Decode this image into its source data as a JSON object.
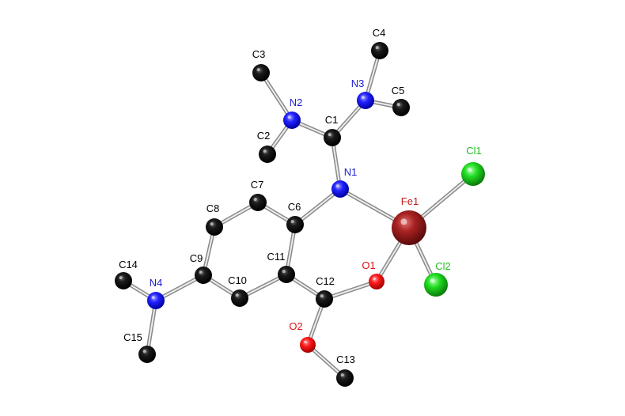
{
  "diagram": {
    "colors": {
      "carbon": "#0a0a0a",
      "nitrogen": "#1a1aff",
      "oxygen": "#ff1a1a",
      "iron": "#a82222",
      "chlorine": "#22dd22",
      "bond": "#b8b8b8",
      "label_carbon": "#000000",
      "label_nitrogen": "#2020d0",
      "label_oxygen": "#e01010",
      "label_iron": "#c02020",
      "label_chlorine": "#20c020"
    },
    "atoms": [
      {
        "id": "C1",
        "label": "C1",
        "element": "carbon"
      },
      {
        "id": "C2",
        "label": "C2",
        "element": "carbon"
      },
      {
        "id": "C3",
        "label": "C3",
        "element": "carbon"
      },
      {
        "id": "C4",
        "label": "C4",
        "element": "carbon"
      },
      {
        "id": "C5",
        "label": "C5",
        "element": "carbon"
      },
      {
        "id": "C6",
        "label": "C6",
        "element": "carbon"
      },
      {
        "id": "C7",
        "label": "C7",
        "element": "carbon"
      },
      {
        "id": "C8",
        "label": "C8",
        "element": "carbon"
      },
      {
        "id": "C9",
        "label": "C9",
        "element": "carbon"
      },
      {
        "id": "C10",
        "label": "C10",
        "element": "carbon"
      },
      {
        "id": "C11",
        "label": "C11",
        "element": "carbon"
      },
      {
        "id": "C12",
        "label": "C12",
        "element": "carbon"
      },
      {
        "id": "C13",
        "label": "C13",
        "element": "carbon"
      },
      {
        "id": "C14",
        "label": "C14",
        "element": "carbon"
      },
      {
        "id": "C15",
        "label": "C15",
        "element": "carbon"
      },
      {
        "id": "N1",
        "label": "N1",
        "element": "nitrogen"
      },
      {
        "id": "N2",
        "label": "N2",
        "element": "nitrogen"
      },
      {
        "id": "N3",
        "label": "N3",
        "element": "nitrogen"
      },
      {
        "id": "N4",
        "label": "N4",
        "element": "nitrogen"
      },
      {
        "id": "O1",
        "label": "O1",
        "element": "oxygen"
      },
      {
        "id": "O2",
        "label": "O2",
        "element": "oxygen"
      },
      {
        "id": "Fe1",
        "label": "Fe1",
        "element": "iron"
      },
      {
        "id": "Cl1",
        "label": "Cl1",
        "element": "chlorine"
      },
      {
        "id": "Cl2",
        "label": "Cl2",
        "element": "chlorine"
      }
    ],
    "bonds": [
      [
        "C3",
        "N2"
      ],
      [
        "C2",
        "N2"
      ],
      [
        "N2",
        "C1"
      ],
      [
        "C1",
        "N3"
      ],
      [
        "N3",
        "C4"
      ],
      [
        "N3",
        "C5"
      ],
      [
        "C1",
        "N1"
      ],
      [
        "N1",
        "Fe1"
      ],
      [
        "N1",
        "C6"
      ],
      [
        "Fe1",
        "Cl1"
      ],
      [
        "Fe1",
        "Cl2"
      ],
      [
        "Fe1",
        "O1"
      ],
      [
        "C6",
        "C7"
      ],
      [
        "C7",
        "C8"
      ],
      [
        "C8",
        "C9"
      ],
      [
        "C9",
        "C10"
      ],
      [
        "C10",
        "C11"
      ],
      [
        "C11",
        "C6"
      ],
      [
        "C11",
        "C12"
      ],
      [
        "C12",
        "O1"
      ],
      [
        "C12",
        "O2"
      ],
      [
        "O2",
        "C13"
      ],
      [
        "C9",
        "N4"
      ],
      [
        "N4",
        "C14"
      ],
      [
        "N4",
        "C15"
      ]
    ]
  }
}
